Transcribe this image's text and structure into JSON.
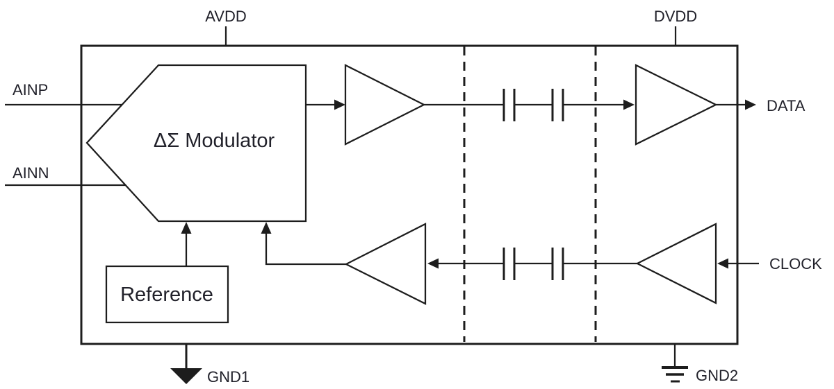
{
  "diagram": {
    "description": "Isolated delta-sigma modulator block diagram with capacitive isolation barrier",
    "colors": {
      "background": "#ffffff",
      "line": "#1d1d1d",
      "text": "#21212a"
    },
    "pins": {
      "avdd": {
        "label": "AVDD"
      },
      "dvdd": {
        "label": "DVDD"
      },
      "ainp": {
        "label": "AINP"
      },
      "ainn": {
        "label": "AINN"
      },
      "data": {
        "label": "DATA"
      },
      "clock": {
        "label": "CLOCK"
      },
      "gnd1": {
        "label": "GND1"
      },
      "gnd2": {
        "label": "GND2"
      }
    },
    "blocks": {
      "modulator": {
        "label": "ΔΣ Modulator"
      },
      "reference": {
        "label": "Reference"
      }
    }
  }
}
